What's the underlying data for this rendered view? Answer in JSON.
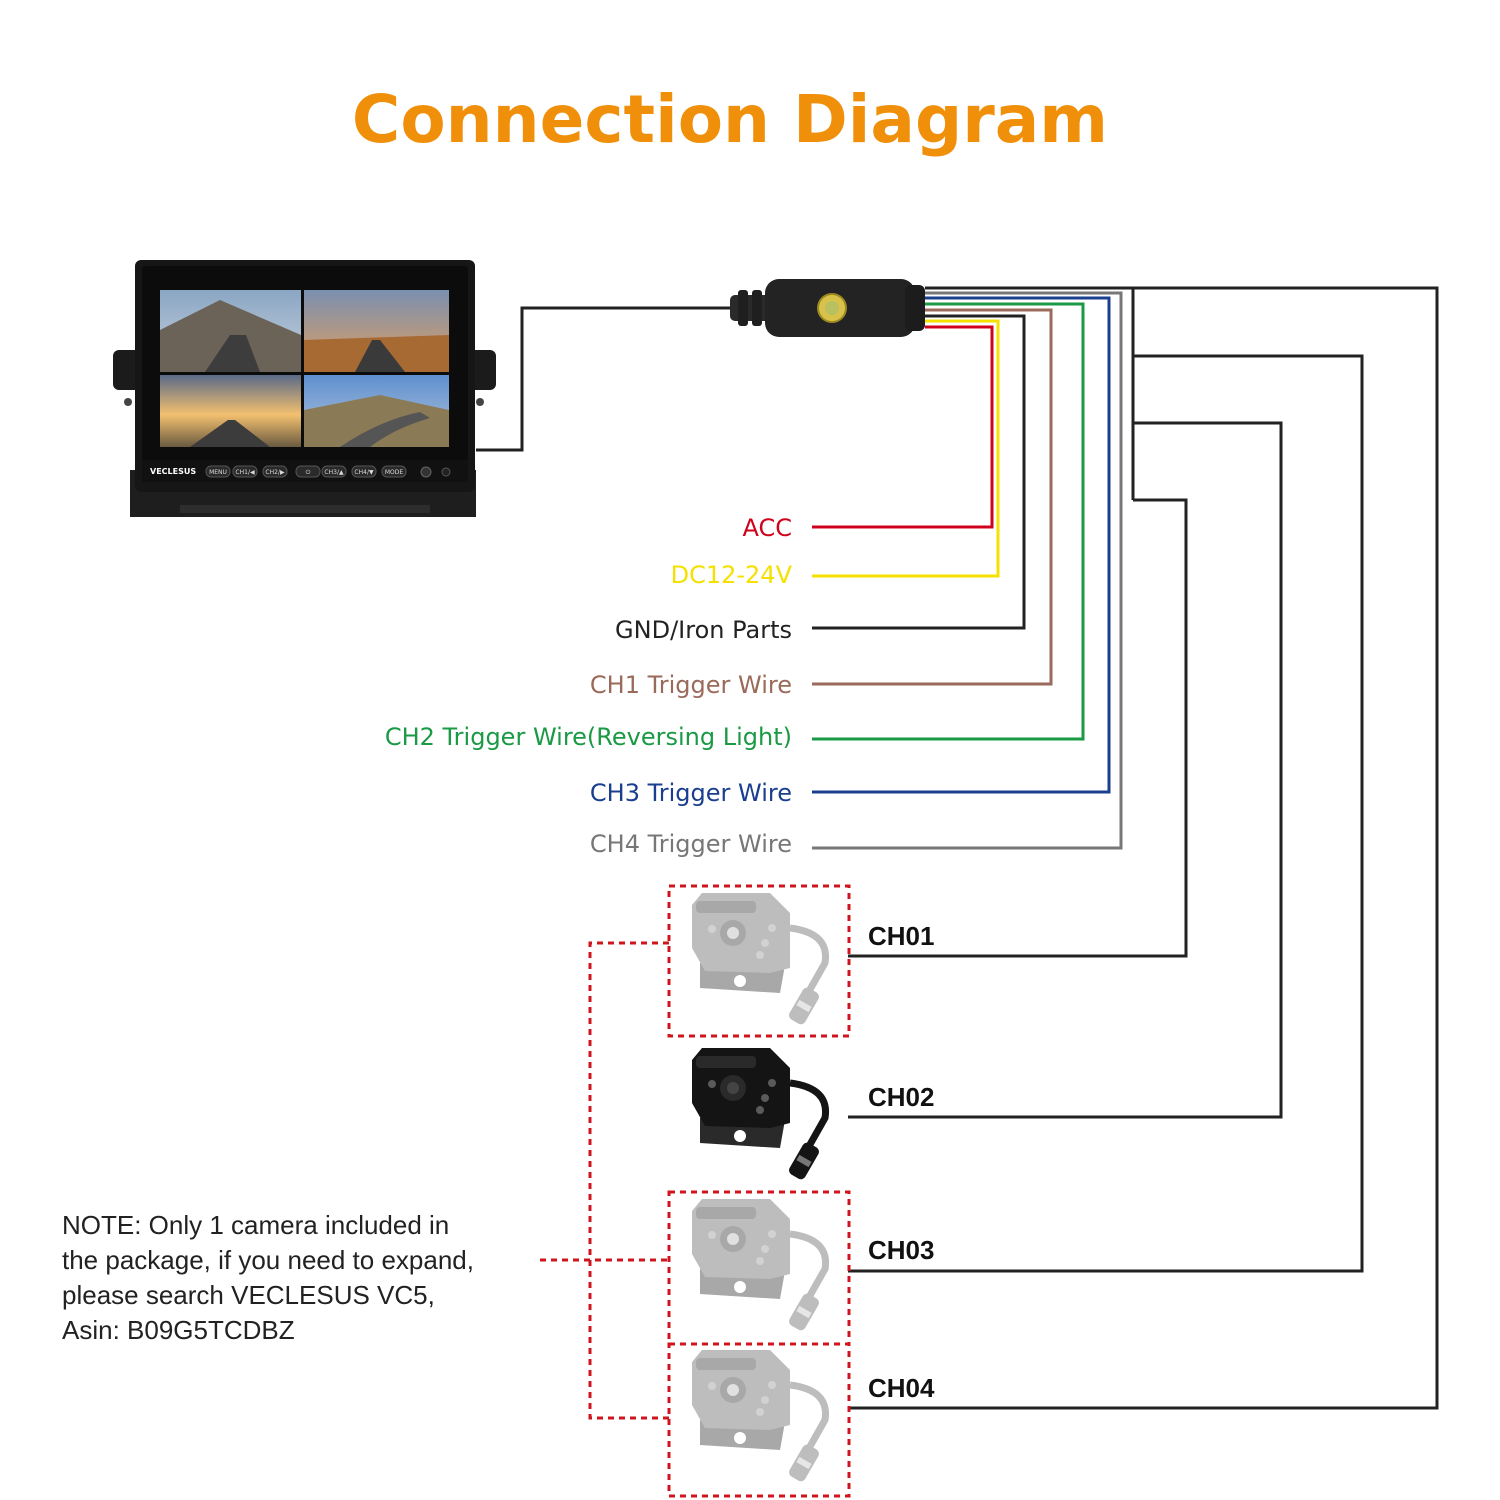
{
  "title": "Connection Diagram",
  "colors": {
    "title": "#f0900a",
    "acc": "#d0021b",
    "dc": "#f5e000",
    "gnd": "#222222",
    "ch1": "#9a6a5a",
    "ch2": "#1a9a45",
    "ch3": "#1a3f8f",
    "ch4": "#777777",
    "dashed": "#d0141e"
  },
  "monitor": {
    "brand": "VECLESUS",
    "buttons": [
      "MENU",
      "CH1/◀",
      "CH2/▶",
      "⏻",
      "CH3/▲",
      "CH4/▼",
      "MODE"
    ]
  },
  "wires": [
    {
      "id": "acc",
      "label": "ACC"
    },
    {
      "id": "dc",
      "label": "DC12-24V"
    },
    {
      "id": "gnd",
      "label": "GND/Iron Parts"
    },
    {
      "id": "ch1",
      "label": "CH1 Trigger Wire"
    },
    {
      "id": "ch2",
      "label": "CH2 Trigger Wire(Reversing Light)"
    },
    {
      "id": "ch3",
      "label": "CH3 Trigger Wire"
    },
    {
      "id": "ch4",
      "label": "CH4 Trigger Wire"
    }
  ],
  "cameras": [
    {
      "label": "CH01",
      "included": false
    },
    {
      "label": "CH02",
      "included": true
    },
    {
      "label": "CH03",
      "included": false
    },
    {
      "label": "CH04",
      "included": false
    }
  ],
  "note": [
    "NOTE: Only 1 camera included in",
    "the package, if you need to expand,",
    "please search VECLESUS VC5,",
    "Asin: B09G5TCDBZ"
  ]
}
